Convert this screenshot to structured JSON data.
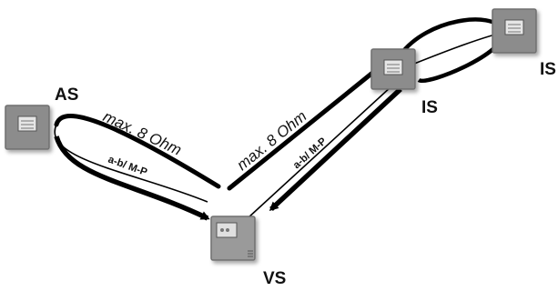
{
  "nodes": {
    "as": {
      "label": "AS"
    },
    "vs": {
      "label": "VS"
    },
    "is_middle": {
      "label": "IS"
    },
    "is_right": {
      "label": "IS"
    }
  },
  "connections": {
    "left": {
      "resistance_label": "max. 8 Ohm",
      "signal_label": "a-b/ M-P"
    },
    "right": {
      "resistance_label": "max. 8 Ohm",
      "signal_label": "a-b/ M-P"
    }
  },
  "colors": {
    "device_fill": "#8c8c8c",
    "device_dark": "#6f6f6f",
    "screen": "#dcdcdc",
    "line": "#000000"
  }
}
